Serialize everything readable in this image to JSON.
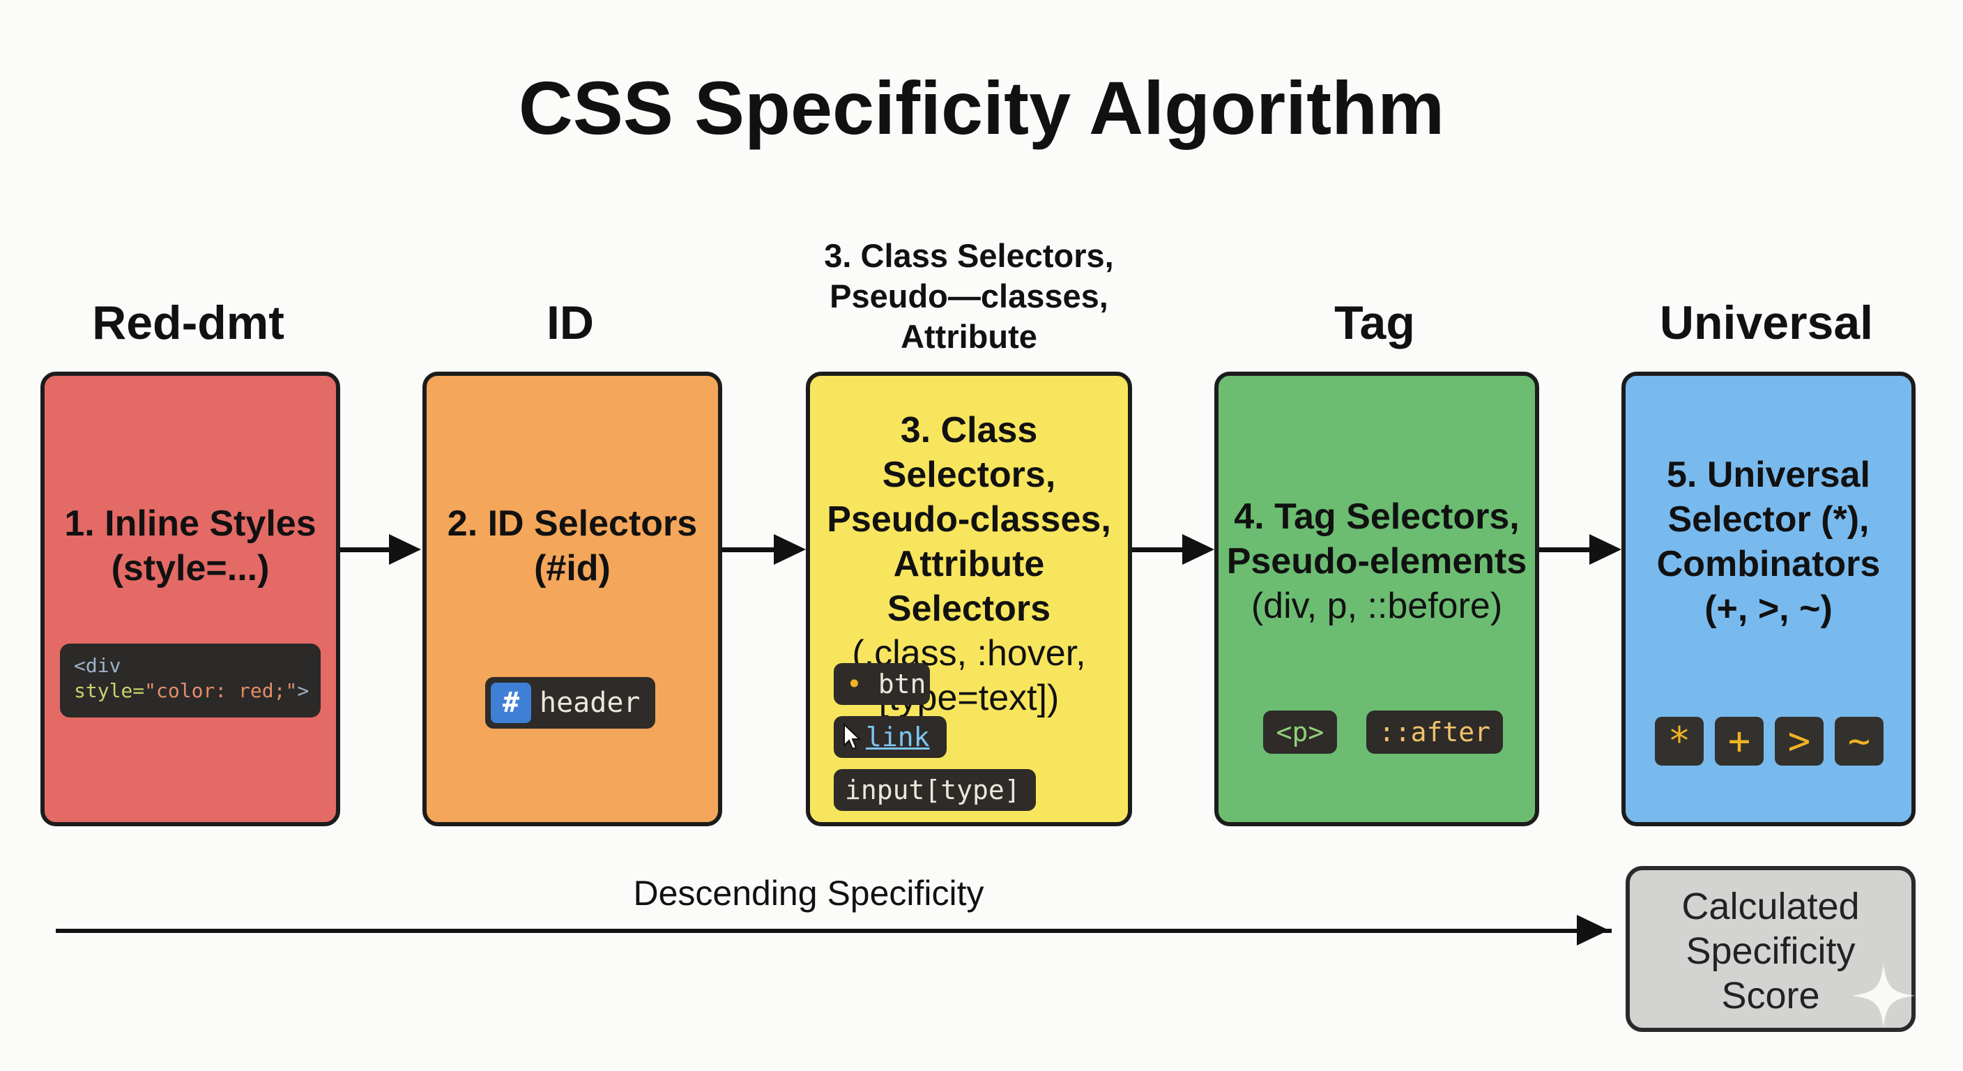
{
  "title": "CSS Specificity Algorithm",
  "headings": {
    "col1": "Red-dmt",
    "col2": "ID",
    "col3": [
      "3. Class Selectors,",
      "Pseudo—classes,",
      "Attribute"
    ],
    "col4": "Tag",
    "col5": "Universal"
  },
  "boxes": {
    "inline": {
      "lines": [
        "1. Inline Styles",
        "(style=...)"
      ],
      "code_tag": "<div",
      "code_attr": "style=",
      "code_value": "\"color: red;\"",
      "code_end": ">",
      "color": "#e46a66"
    },
    "id": {
      "lines": [
        "2. ID Selectors",
        "(#id)"
      ],
      "chip_hash": "#",
      "chip_text": "header",
      "color": "#f4a65a"
    },
    "class": {
      "lines": [
        "3. Class Selectors,",
        "Pseudo-classes,",
        "Attribute Selectors"
      ],
      "sub_lines": [
        "(.class, :hover,",
        "[type=text])"
      ],
      "chip_btn": "btn",
      "chip_link": "link",
      "chip_input": "input[type]",
      "color": "#f8e55e"
    },
    "tag": {
      "lines": [
        "4. Tag Selectors,",
        "Pseudo-elements"
      ],
      "sub_lines": [
        "(div, p, ::before)"
      ],
      "chip_p": "<p>",
      "chip_after": "::after",
      "color": "#6cbd72"
    },
    "universal": {
      "lines": [
        "5. Universal",
        "Selector (*),",
        "Combinators",
        "(+, >, ~)"
      ],
      "symbols": [
        "*",
        "+",
        ">",
        "~"
      ],
      "color": "#79baee"
    }
  },
  "axis_label": "Descending Specificity",
  "score_lines": [
    "Calculated",
    "Specificity",
    "Score"
  ],
  "icons": [
    "right-arrow-icon",
    "cursor-pointer-icon",
    "hash-icon",
    "sparkle-icon"
  ]
}
